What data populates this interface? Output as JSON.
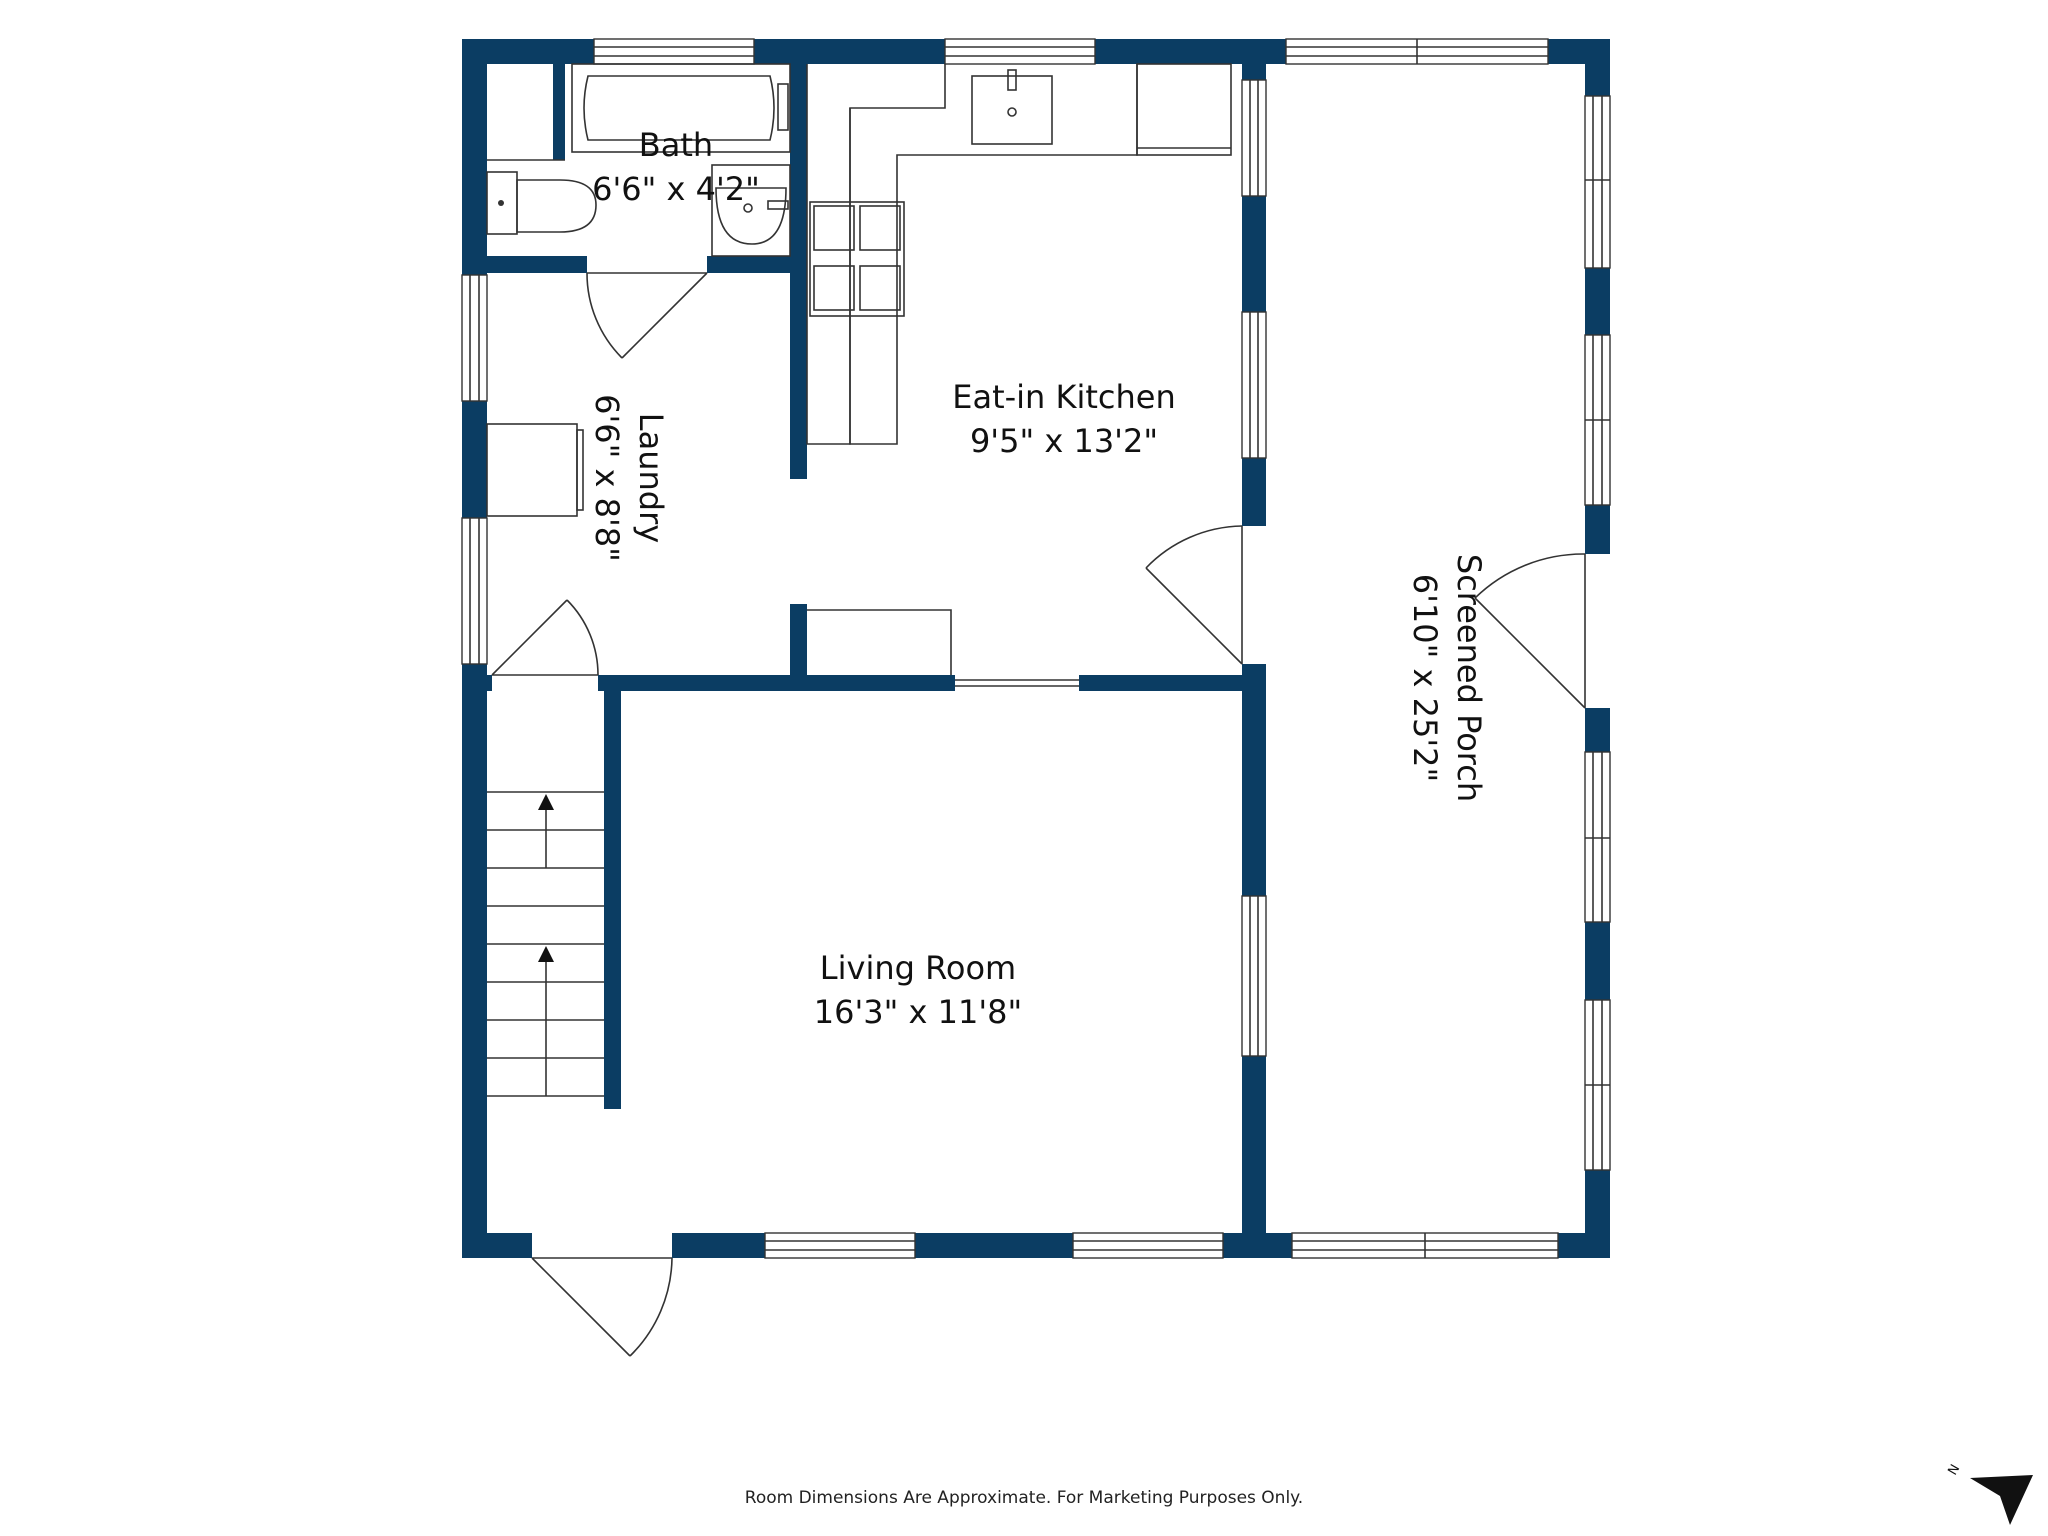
{
  "colors": {
    "wall": "#0b3d63",
    "fixture": "#333333",
    "background": "#ffffff"
  },
  "rooms": {
    "bath": {
      "name": "Bath",
      "dims": "6'6\" x 4'2\""
    },
    "laundry": {
      "name": "Laundry",
      "dims": "6'6\" x 8'8\""
    },
    "kitchen": {
      "name": "Eat-in Kitchen",
      "dims": "9'5\" x 13'2\""
    },
    "living": {
      "name": "Living Room",
      "dims": "16'3\" x 11'8\""
    },
    "porch": {
      "name": "Screened Porch",
      "dims": "6'10\" x 25'2\""
    }
  },
  "compass": {
    "label": "N",
    "icon": "north-arrow-icon"
  },
  "footer": {
    "disclaimer": "Room Dimensions Are Approximate. For Marketing Purposes Only."
  }
}
